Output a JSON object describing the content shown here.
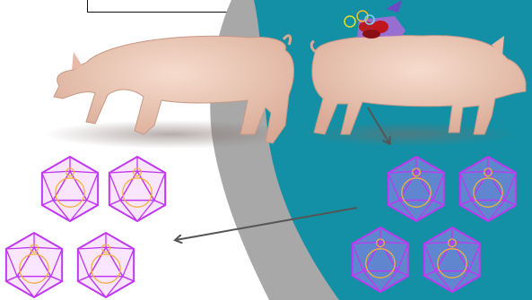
{
  "colors": {
    "background": "#ffffff",
    "gray_band": "#a8a8a8",
    "teal_region": "#1390a5",
    "icosahedron_outline": "#c038f0",
    "icosahedron_fill_light": "#fbe6ff",
    "icosahedron_fill_dark": "#5f86cf",
    "inner_circle": "#f2b23a",
    "arrow": "#555555",
    "pig_skin": "#efcdbb"
  },
  "icons": {
    "pig_left": "pig-figure",
    "pig_right": "pig-figure",
    "virus_particle": "icosahedron-virus",
    "organelle_cluster": "cell-cluster"
  },
  "counts": {
    "viruses_white_region": 4,
    "viruses_teal_region": 4
  }
}
